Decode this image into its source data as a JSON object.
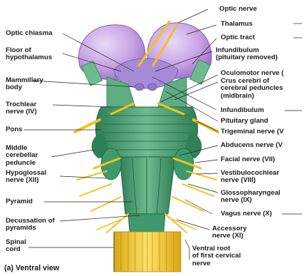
{
  "labels_left": {
    "optic_chiasma": "Optic chiasma",
    "floor_hypothalamus": [
      "Floor of",
      "hypothalamus"
    ],
    "mammillary_body": [
      "Mammillary",
      "body"
    ],
    "trochlear_nerve": [
      "Trochlear",
      "nerve (IV)"
    ],
    "pons": "Pons",
    "middle_cerebellar_peduncle": [
      "Middle",
      "cerebellar",
      "peduncle"
    ],
    "hypoglossal_nerve": [
      "Hypoglossal",
      "nerve (XII)"
    ],
    "pyramid": "Pyramid",
    "decussation": [
      "Decussation of",
      "pyramids"
    ],
    "spinal_cord": [
      "Spinal",
      "cord"
    ]
  },
  "labels_right": {
    "optic_nerve": "Optic nerve",
    "thalamus": "Thalamus",
    "optic_tract": "Optic tract",
    "infundibulum_top": [
      "Infundibulum",
      "(pituitary removed)"
    ],
    "oculomotor": "Oculomotor nerve (",
    "crus_cerebri": [
      "Crus cerebri of",
      "cerebral peduncles",
      "(midbrain)"
    ],
    "infundibulum": "Infundibulum",
    "pituitary": "Pituitary gland",
    "trigeminal": "Trigeminal nerve (V",
    "abducens": "Abducens nerve (V",
    "facial": "Facial nerve (VII)",
    "vestibulocochlear": [
      "Vestibulocochlear",
      "nerve (VIII)"
    ],
    "glossopharyngeal": [
      "Glossopharyngeal",
      "nerve (IX)"
    ],
    "vagus": "Vagus nerve (X)",
    "accessory": [
      "Accessory",
      "nerve (XI)"
    ],
    "ventral_root": [
      "Ventral root",
      "of first cervical",
      "nerve"
    ]
  },
  "caption": "(a)  Ventral view",
  "colors": {
    "thalamus": "#c6a3e3",
    "thalamus_dark": "#9b6fc8",
    "brainstem": "#3e9a6c",
    "brainstem_light": "#7cc29a",
    "nerve": "#f0c419",
    "hypothalamus": "#a58bd6"
  }
}
